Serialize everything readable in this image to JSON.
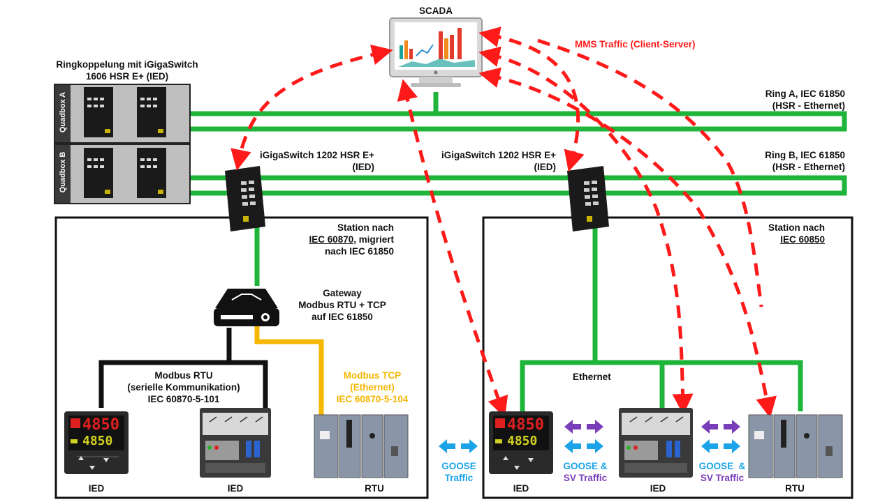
{
  "scada": {
    "label": "SCADA"
  },
  "mms": {
    "label": "MMS Traffic (Client-Server)"
  },
  "ringkoppelung": {
    "line1": "Ringkoppelung mit iGigaSwitch",
    "line2": "1606 HSR E+ (IED)"
  },
  "quadbox_a": {
    "label": "Quadbox A"
  },
  "quadbox_b": {
    "label": "Quadbox B"
  },
  "ring_a": {
    "line1": "Ring A, IEC 61850",
    "line2": "(HSR - Ethernet)"
  },
  "ring_b": {
    "line1": "Ring B, IEC 61850",
    "line2": "(HSR - Ethernet)"
  },
  "switch_left": {
    "line1": "iGigaSwitch 1202 HSR E+",
    "line2": "(IED)"
  },
  "switch_right": {
    "line1": "iGigaSwitch 1202 HSR E+",
    "line2": "(IED)"
  },
  "station_left": {
    "line1": "Station nach",
    "line2_underlined": "IEC 60870,",
    "line2_rest": " migriert",
    "line3": "nach IEC 61850"
  },
  "station_right": {
    "line1": "Station nach",
    "line2": "IEC 60850"
  },
  "gateway": {
    "line1": "Gateway",
    "line2": "Modbus RTU + TCP",
    "line3": "auf IEC 61850"
  },
  "modbus_rtu": {
    "line1": "Modbus RTU",
    "line2": "(serielle Kommunikation)",
    "line3": "IEC 60870-5-101"
  },
  "modbus_tcp": {
    "line1": "Modbus TCP",
    "line2": "(Ethernet)",
    "line3": "IEC 60870-5-104"
  },
  "ethernet": {
    "label": "Ethernet"
  },
  "goose": {
    "line1": "GOOSE",
    "line2": "Traffic"
  },
  "goose_sv_1": {
    "line1": "GOOSE &",
    "line2": "SV Traffic"
  },
  "goose_sv_2": {
    "line1": "GOOSE  &",
    "line2": "SV Traffic"
  },
  "devices": {
    "left_ied_1": {
      "label": "IED",
      "display_top": "4850",
      "display_bottom": "4850"
    },
    "left_ied_2": {
      "label": "IED"
    },
    "left_rtu": {
      "label": "RTU"
    },
    "right_ied_1": {
      "label": "IED",
      "display_top": "4850",
      "display_bottom": "4850"
    },
    "right_ied_2": {
      "label": "IED"
    },
    "right_rtu": {
      "label": "RTU"
    }
  },
  "colors": {
    "ring": "#1eb53a",
    "mms_arrow": "#ff1a1a",
    "modbus_tcp": "#f5b700",
    "goose_arrow": "#1aa3e8",
    "sv_arrow": "#7a3db8",
    "device_dark": "#2b2b2b"
  }
}
